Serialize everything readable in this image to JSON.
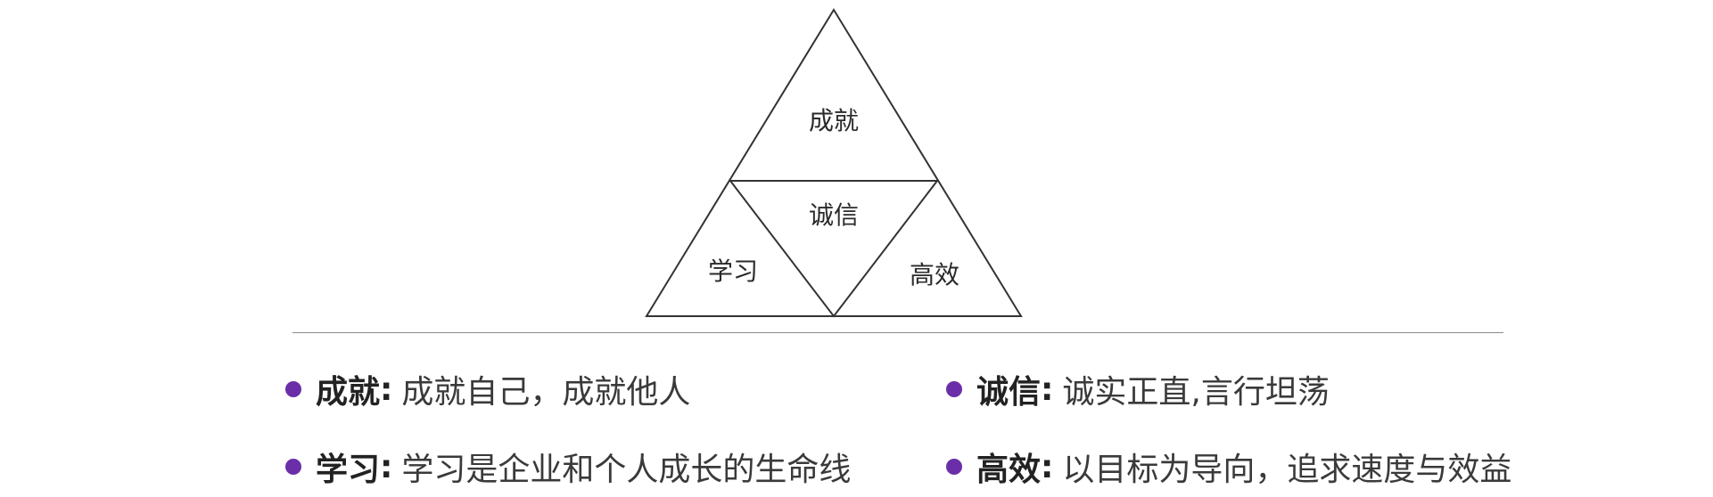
{
  "triangle": {
    "top_label": "成就",
    "center_label": "诚信",
    "left_label": "学习",
    "right_label": "高效"
  },
  "legend": {
    "items": [
      {
        "term": "成就",
        "separator": ":",
        "desc": "成就自己，成就他人"
      },
      {
        "term": "诚信",
        "separator": ":",
        "desc": "诚实正直,言行坦荡"
      },
      {
        "term": "学习",
        "separator": ":",
        "desc": "学习是企业和个人成长的生命线"
      },
      {
        "term": "高效",
        "separator": ":",
        "desc": "以目标为导向，追求速度与效益"
      }
    ],
    "bullet_color": "#6a2fa8"
  }
}
